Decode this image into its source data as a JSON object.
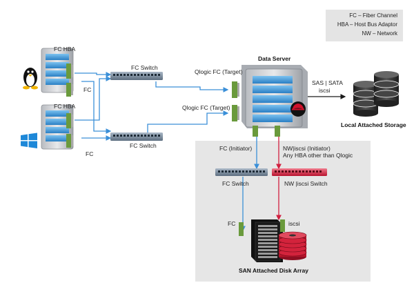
{
  "legend": {
    "fc": "FC – Fiber Channel",
    "hba": "HBA – Host Bus Adaptor",
    "nw": "NW – Network"
  },
  "labels": {
    "fc_hba_top": "FC HBA",
    "fc_top": "FC",
    "fc_hba_bottom": "FC HBA",
    "fc_bottom": "FC",
    "fc_switch_top": "FC Switch",
    "fc_switch_bottom": "FC Switch",
    "qlogic_target_1": "Qlogic FC (Target)",
    "qlogic_target_2": "Qlogic FC (Target)",
    "data_server": "Data Server",
    "sas_sata": "SAS | SATA",
    "iscsi_top": "iscsi",
    "local_storage": "Local Attached Storage",
    "fc_initiator": "FC (Initiator)",
    "nw_initiator_1": "NW|iscsi (Initiator)",
    "nw_initiator_2": "Any HBA other than Qlogic",
    "fc_switch_san": "FC Switch",
    "nw_iscsi_switch": "NW |iscsi Switch",
    "fc_san": "FC",
    "iscsi_san": "iscsi",
    "san_array": "SAN Attached Disk Array"
  },
  "colors": {
    "fc_link": "#3a8fd8",
    "nw_link": "#d11f3f",
    "black_link": "#1a1a1a",
    "san_panel": "#e6e6e6",
    "server_blue": "#4aa3e0"
  },
  "icons": [
    "linux-tux-icon",
    "windows-logo-icon",
    "redhat-logo-icon",
    "server-icon",
    "network-switch-icon",
    "hba-card-icon",
    "database-icon",
    "disk-array-icon"
  ]
}
